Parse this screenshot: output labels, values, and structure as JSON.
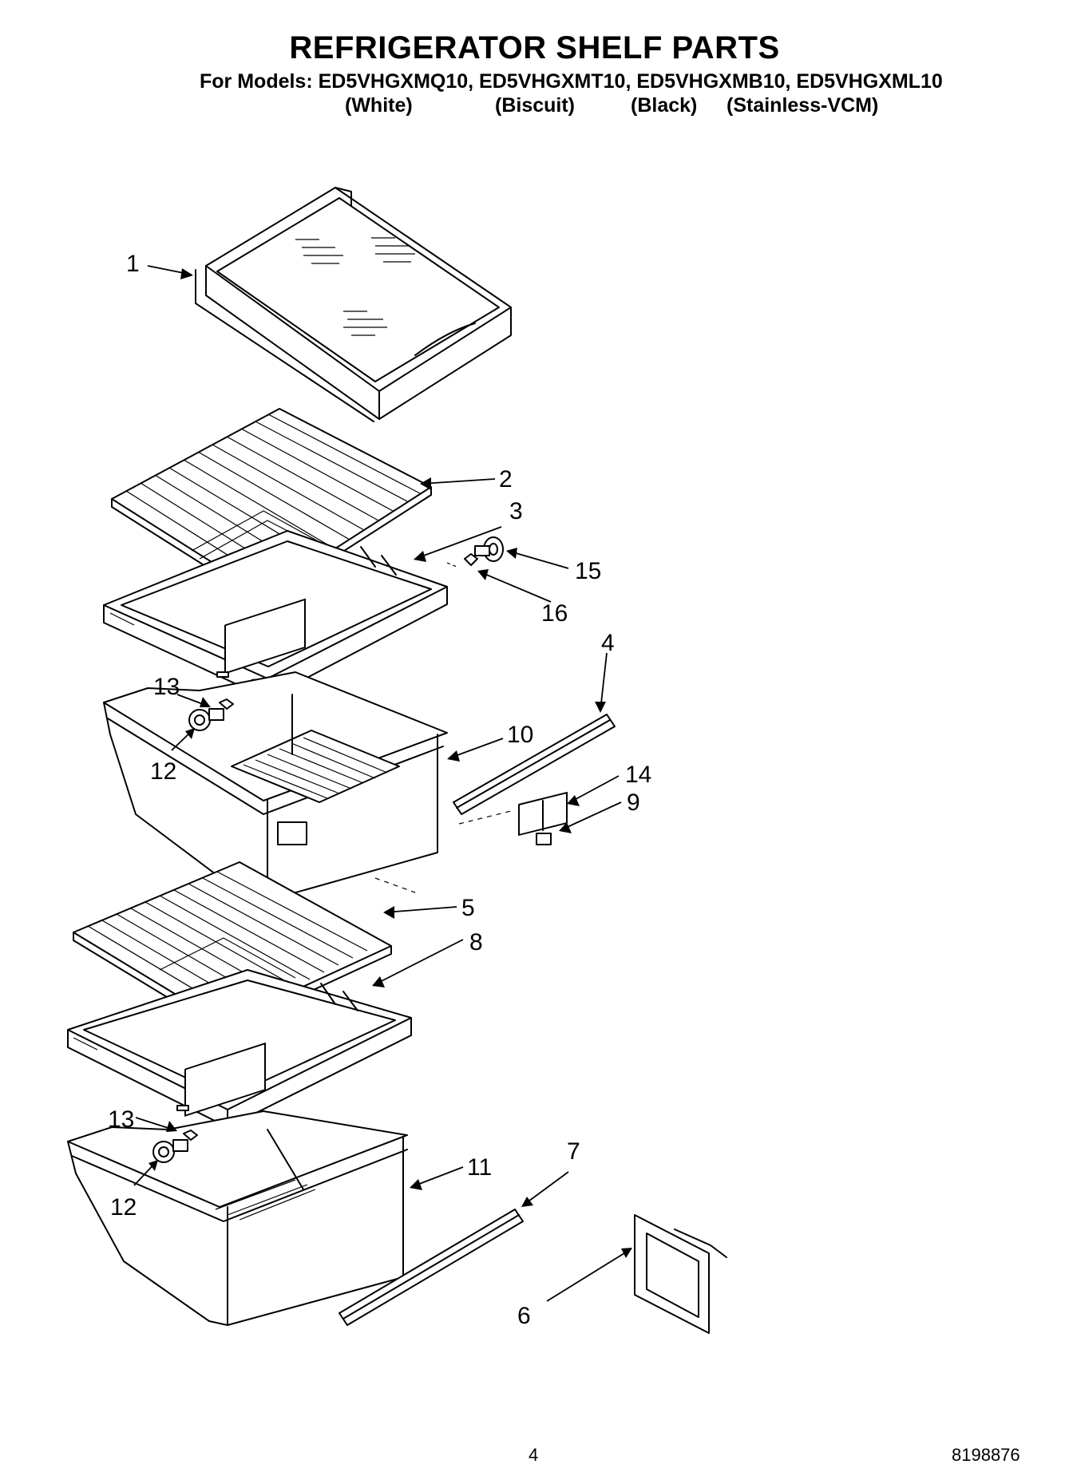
{
  "header": {
    "title": "REFRIGERATOR SHELF PARTS",
    "models_line": "For Models: ED5VHGXMQ10, ED5VHGXMT10, ED5VHGXMB10, ED5VHGXML10",
    "colors": [
      "(White)",
      "(Biscuit)",
      "(Black)",
      "(Stainless-VCM)"
    ]
  },
  "callouts": {
    "c1": "1",
    "c2": "2",
    "c3": "3",
    "c4": "4",
    "c5": "5",
    "c6": "6",
    "c7": "7",
    "c8": "8",
    "c9": "9",
    "c10": "10",
    "c11": "11",
    "c12a": "12",
    "c12b": "12",
    "c13a": "13",
    "c13b": "13",
    "c14": "14",
    "c15": "15",
    "c16": "16"
  },
  "footer": {
    "page_number": "4",
    "document_number": "8198876"
  }
}
